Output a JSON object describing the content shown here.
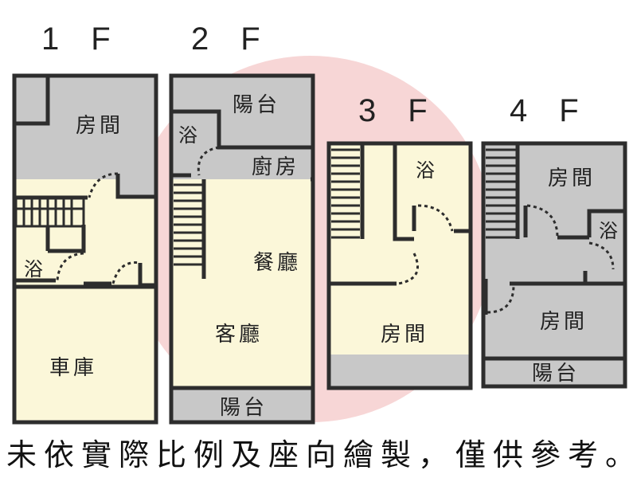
{
  "colors": {
    "beige": "#fbf7d9",
    "gray": "#c8c8c8",
    "wall": "#2d2d2d",
    "watermark": "#f6cfcf"
  },
  "floors": [
    {
      "id": "1F",
      "title": "1　F",
      "rooms": {
        "room": "房間",
        "bath": "浴",
        "garage": "車庫"
      }
    },
    {
      "id": "2F",
      "title": "2　F",
      "rooms": {
        "balcony_top": "陽台",
        "bath": "浴",
        "kitchen": "廚房",
        "dining": "餐廳",
        "living": "客廳",
        "balcony_bottom": "陽台"
      }
    },
    {
      "id": "3F",
      "title": "3　F",
      "rooms": {
        "bath": "浴",
        "room": "房間"
      }
    },
    {
      "id": "4F",
      "title": "4　F",
      "rooms": {
        "room_top": "房間",
        "bath": "浴",
        "room_bottom": "房間",
        "balcony": "陽台"
      }
    }
  ],
  "disclaimer": "未依實際比例及座向繪製，僅供參考。"
}
